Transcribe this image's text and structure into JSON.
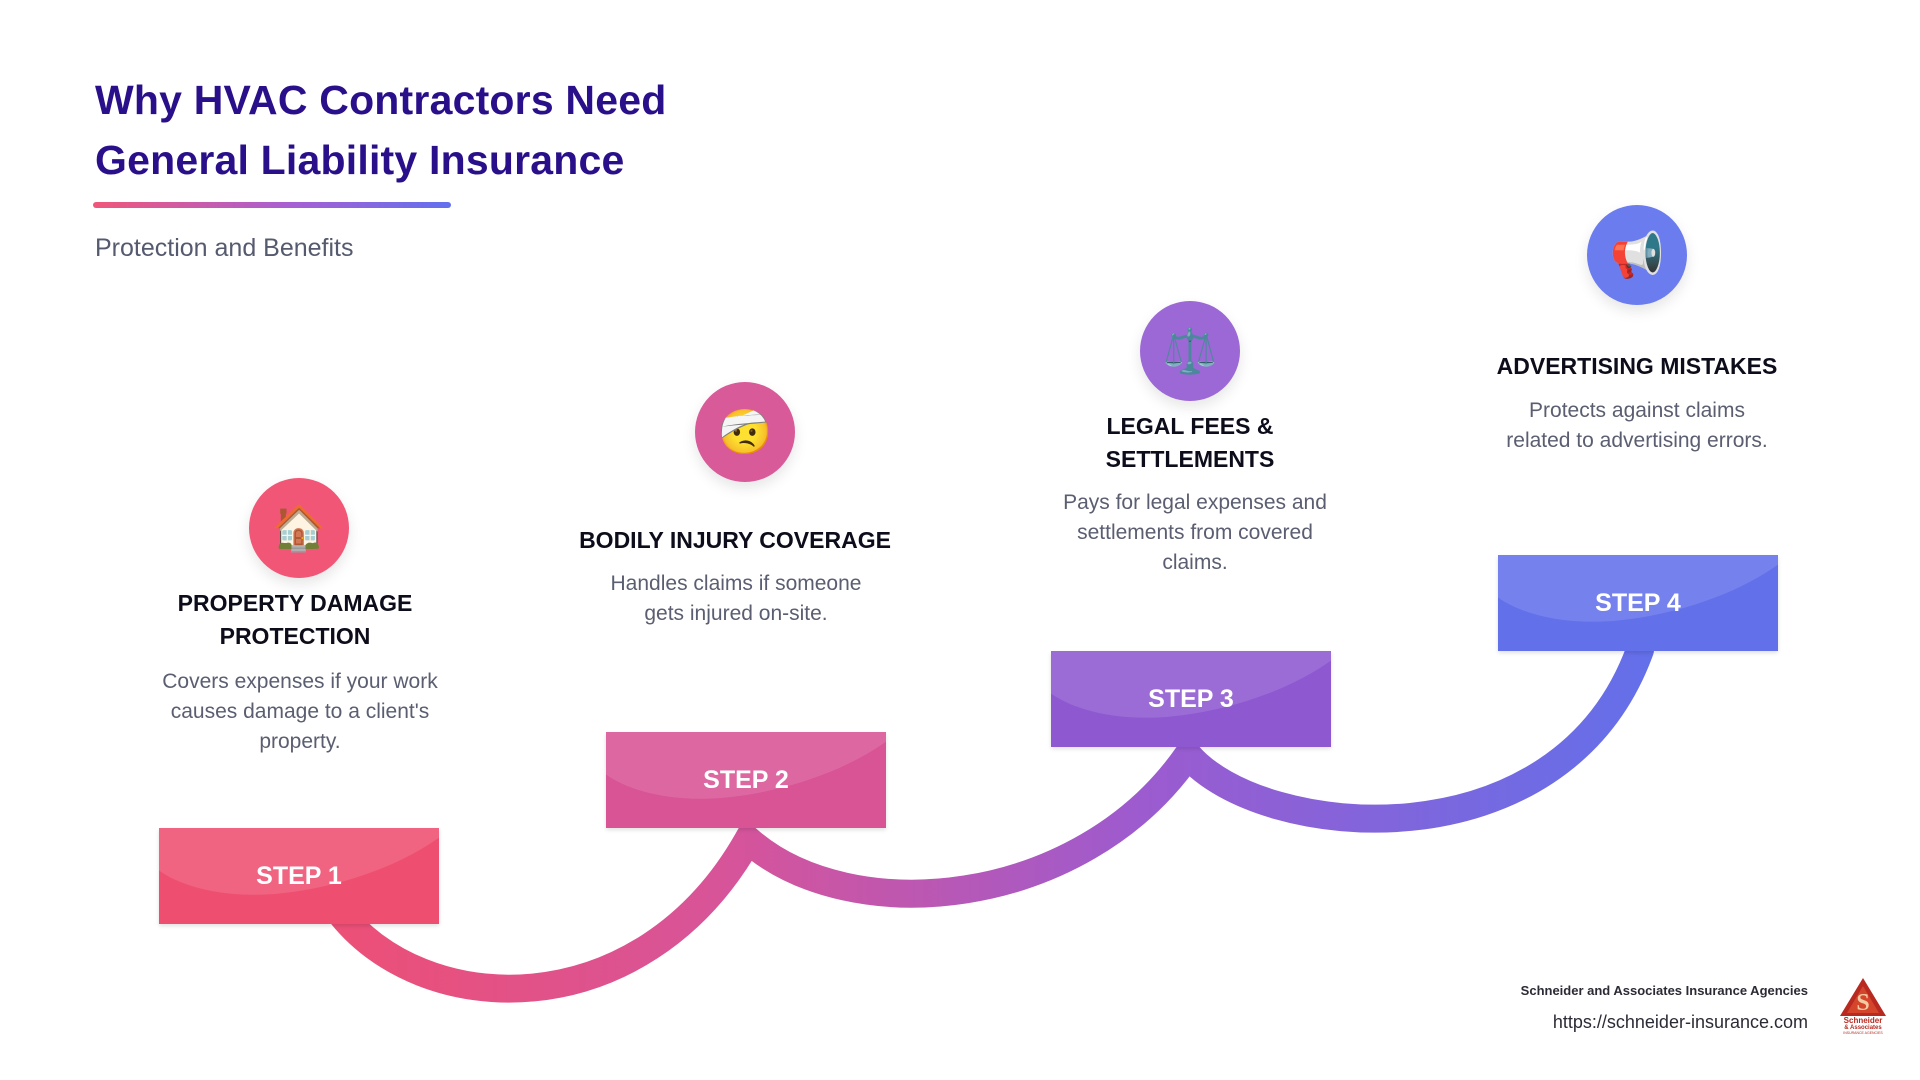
{
  "header": {
    "title_line1": "Why HVAC Contractors Need",
    "title_line2": "General Liability Insurance",
    "subtitle": "Protection and Benefits"
  },
  "steps": [
    {
      "label": "STEP 1",
      "icon": "house-icon",
      "icon_glyph": "🏠",
      "title_lines": [
        "PROPERTY DAMAGE",
        "PROTECTION"
      ],
      "desc_lines": [
        "Covers expenses if your work",
        "causes damage to a client's",
        "property."
      ],
      "color": "#ee4f70",
      "circle_color": "#f25676"
    },
    {
      "label": "STEP 2",
      "icon": "injured-face-icon",
      "icon_glyph": "🤕",
      "title_lines": [
        "BODILY INJURY COVERAGE"
      ],
      "desc_lines": [
        "Handles claims if someone",
        "gets injured on-site."
      ],
      "color": "#d95495",
      "circle_color": "#d85a98"
    },
    {
      "label": "STEP 3",
      "icon": "balance-scale-icon",
      "icon_glyph": "⚖️",
      "title_lines": [
        "LEGAL FEES &",
        "SETTLEMENTS"
      ],
      "desc_lines": [
        "Pays for legal expenses and",
        "settlements from covered",
        "claims."
      ],
      "color": "#8e58d0",
      "circle_color": "#9b68d6"
    },
    {
      "label": "STEP 4",
      "icon": "megaphone-icon",
      "icon_glyph": "📢",
      "title_lines": [
        "ADVERTISING MISTAKES"
      ],
      "desc_lines": [
        "Protects against claims",
        "related to advertising errors."
      ],
      "color": "#6270ea",
      "circle_color": "#6b7cef"
    }
  ],
  "footer": {
    "company": "Schneider and Associates Insurance Agencies",
    "url": "https://schneider-insurance.com",
    "logo_lines": [
      "Schneider",
      "& Associates",
      "INSURANCE AGENCIES"
    ]
  },
  "colors": {
    "title": "#2a0f8a",
    "gradient_start": "#f0567a",
    "gradient_mid": "#b957c0",
    "gradient_end": "#6270ee",
    "logo_red": "#b8291f"
  }
}
